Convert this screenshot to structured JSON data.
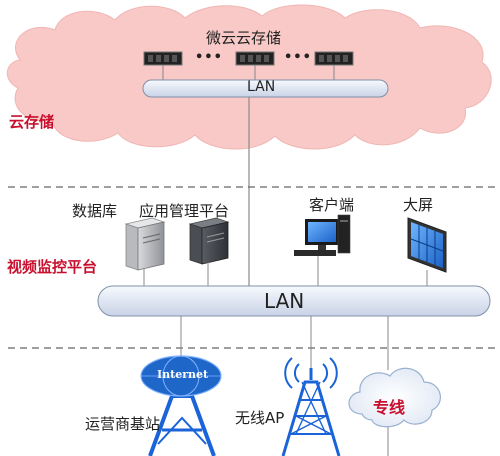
{
  "cloud_storage": {
    "title": "微云云存储",
    "lan_label": "LAN",
    "ellipsis": "•••",
    "section_label": "云存储"
  },
  "video_platform": {
    "section_label": "视频监控平台",
    "lan_label": "LAN",
    "devices": {
      "database": "数据库",
      "app_platform": "应用管理平台",
      "client": "客户端",
      "big_screen": "大屏"
    }
  },
  "access": {
    "internet_label": "Internet",
    "carrier_station": "运营商基站",
    "wireless_ap": "无线AP",
    "leased_line": "专线"
  },
  "colors": {
    "cloud_fill": "#f8c9c7",
    "lan_bar": "#dfe6f2",
    "red_label": "#c8102e",
    "tower_blue": "#1a63d8",
    "internet_blue": "#1f66c9"
  }
}
